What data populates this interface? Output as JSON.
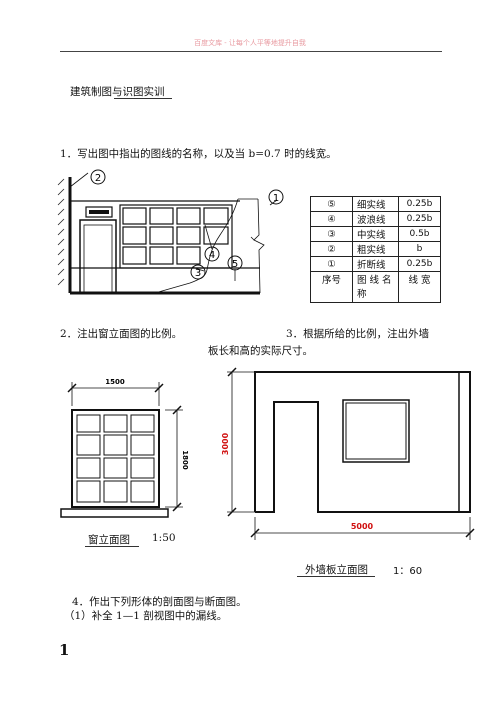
{
  "header": {
    "text": "百度文库 - 让每个人平等地提升自我"
  },
  "doc_title": "建筑制图与识图实训",
  "q1": {
    "text": "1．写出图中指出的图线的名称，以及当 b=0.7 时的线宽。",
    "callouts": [
      "①",
      "②",
      "③",
      "④",
      "⑤"
    ],
    "table": {
      "rows": [
        {
          "no": "⑤",
          "name": "细实线",
          "width": "0.25b"
        },
        {
          "no": "④",
          "name": "波浪线",
          "width": "0.25b"
        },
        {
          "no": "③",
          "name": "中实线",
          "width": "0.5b"
        },
        {
          "no": "②",
          "name": "粗实线",
          "width": "b"
        },
        {
          "no": "①",
          "name": "折断线",
          "width": "0.25b"
        }
      ],
      "header": {
        "no": "序号",
        "name": "图 线 名 称",
        "width": "线 宽"
      }
    }
  },
  "q2": {
    "text": "2．注出窗立面图的比例。",
    "dim_width": "1500",
    "dim_height": "1800",
    "caption": "窗立面图",
    "scale": "1:50"
  },
  "q3": {
    "text_line1": "3．根据所给的比例，注出外墙",
    "text_line2": "板长和高的实际尺寸。",
    "dim_height": "3000",
    "dim_width": "5000",
    "caption": "外墙板立面图",
    "scale": "1：60",
    "dim_color": "#d01010"
  },
  "q4": {
    "text": "4．作出下列形体的剖面图与断面图。",
    "sub": "（1）补全 1—1 剖视图中的漏线。"
  },
  "page_number": "1"
}
